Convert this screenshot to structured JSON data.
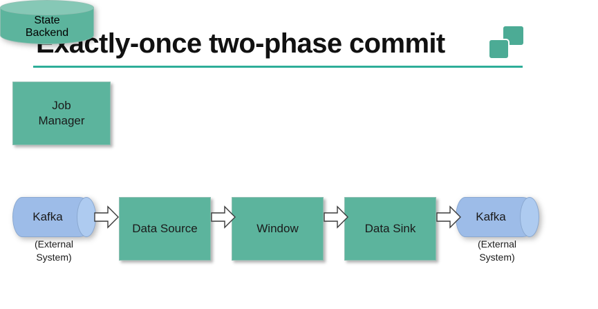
{
  "slide": {
    "title": "Exactly-once two-phase commit",
    "background_color": "#ffffff",
    "accent_color": "#2eae98"
  },
  "logo": {
    "name": "two-squares-logo",
    "color": "#4cab95"
  },
  "nodes": {
    "job_manager": {
      "label_line1": "Job",
      "label_line2": "Manager",
      "shape": "rectangle",
      "color": "#5cb49d"
    },
    "state_backend": {
      "label_line1": "State",
      "label_line2": "Backend",
      "shape": "cylinder",
      "color": "#5cb49d",
      "top_color": "#86c8b6"
    },
    "kafka_source": {
      "label": "Kafka",
      "sublabel_line1": "(External",
      "sublabel_line2": "System)",
      "shape": "cylinder-horizontal",
      "color": "#9dbce8"
    },
    "kafka_sink": {
      "label": "Kafka",
      "sublabel_line1": "(External",
      "sublabel_line2": "System)",
      "shape": "cylinder-horizontal",
      "color": "#9dbce8"
    },
    "data_source": {
      "label": "Data Source",
      "shape": "rectangle",
      "color": "#5cb49d"
    },
    "window": {
      "label": "Window",
      "shape": "rectangle",
      "color": "#5cb49d"
    },
    "data_sink": {
      "label": "Data Sink",
      "shape": "rectangle",
      "color": "#5cb49d"
    }
  },
  "arrows": [
    {
      "from": "kafka_source",
      "to": "data_source",
      "direction": "right"
    },
    {
      "from": "data_source",
      "to": "window",
      "direction": "right"
    },
    {
      "from": "window",
      "to": "data_sink",
      "direction": "right"
    },
    {
      "from": "data_sink",
      "to": "kafka_sink",
      "direction": "right"
    }
  ]
}
